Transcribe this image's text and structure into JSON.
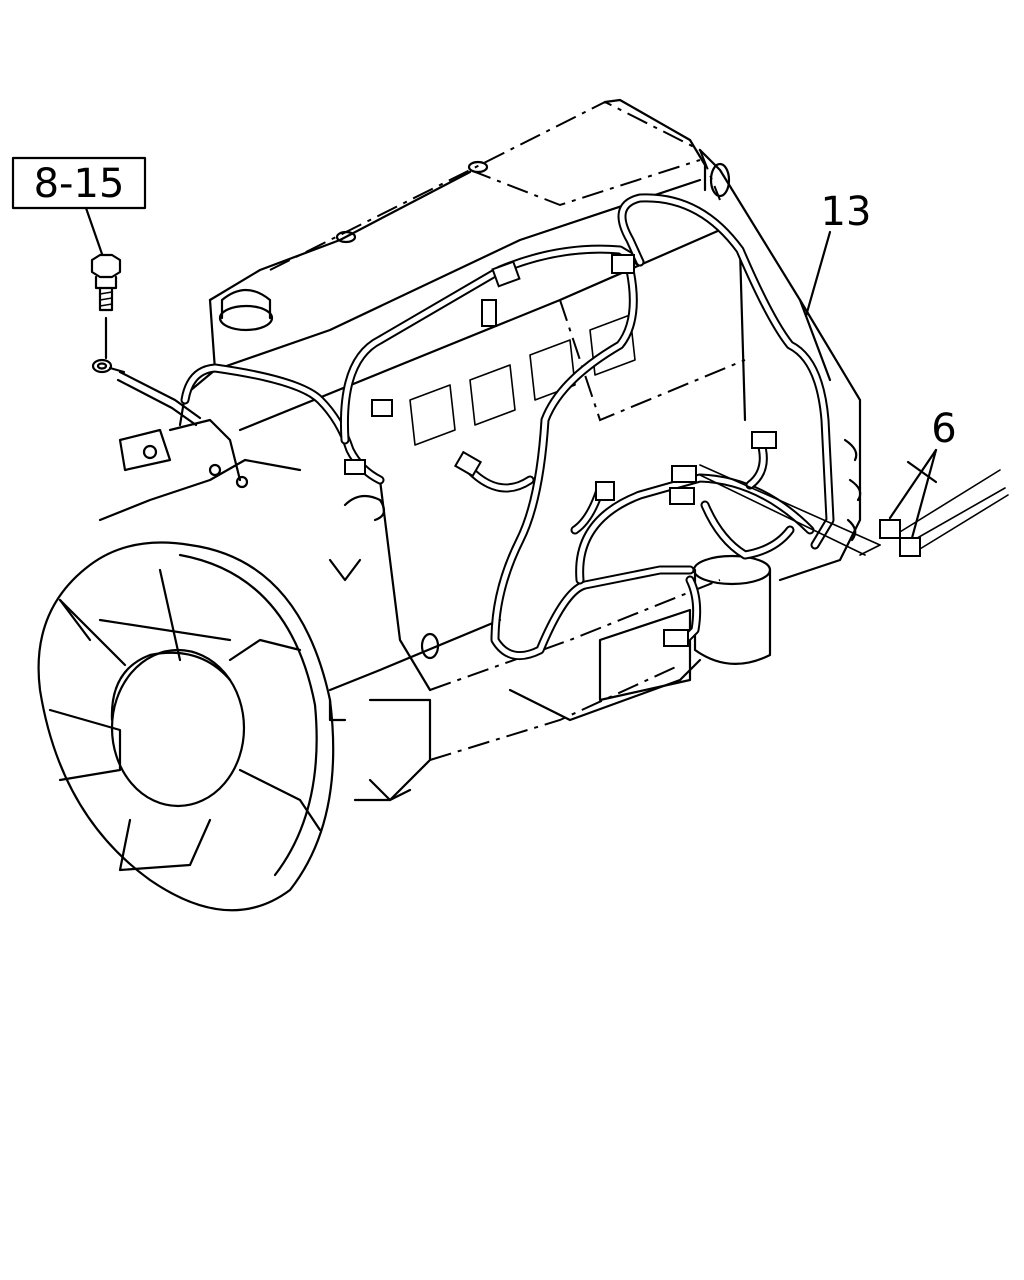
{
  "reference_box": {
    "label": "8-15"
  },
  "callouts": [
    {
      "id": "harness",
      "label": "13"
    },
    {
      "id": "clip",
      "label": "6"
    }
  ]
}
